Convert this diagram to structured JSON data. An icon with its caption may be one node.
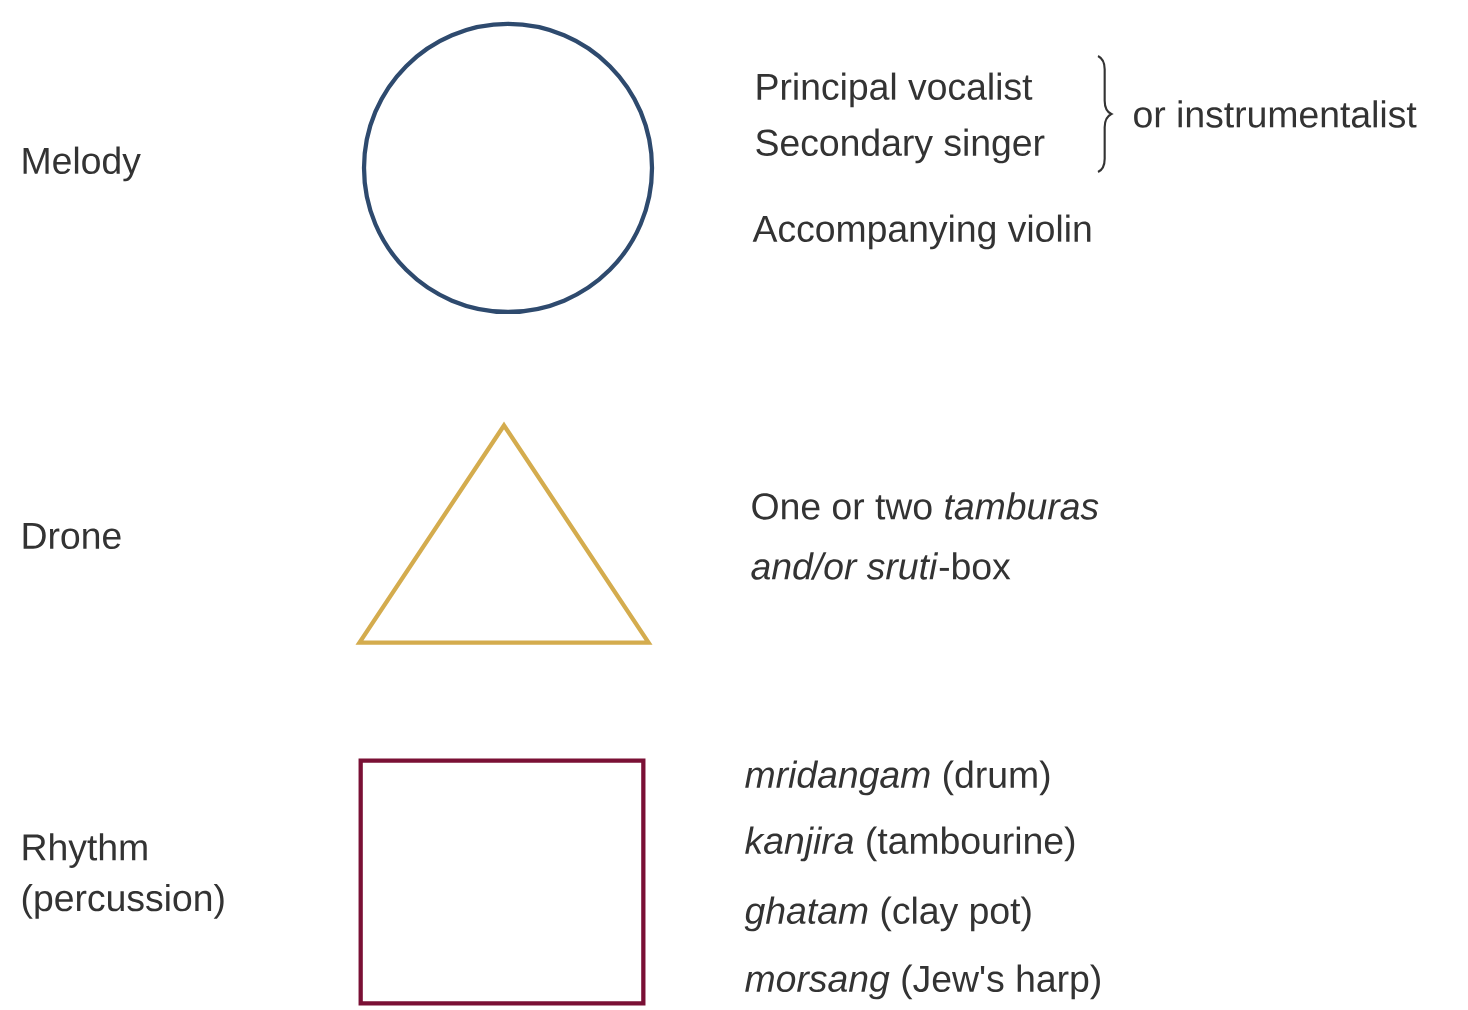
{
  "diagram": {
    "nodes": [
      {
        "text": [],
        "shape": "circle"
      },
      {
        "text": [],
        "shape": "triangle"
      },
      {
        "text": [],
        "shape": "box"
      }
    ],
    "labels": [
      "Melody",
      "Principal vocalist",
      "Secondary singer",
      "or instrumentalist",
      "Accompanying violin",
      "Drone",
      "One or two *tamburas*",
      "*and/or sruti*-box",
      "Rhythm (percussion)",
      "*mridangam* (drum)",
      "*kanjira* (tambourine)",
      "*ghatam* (clay pot)",
      "*morsang* (Jew's harp)"
    ]
  }
}
